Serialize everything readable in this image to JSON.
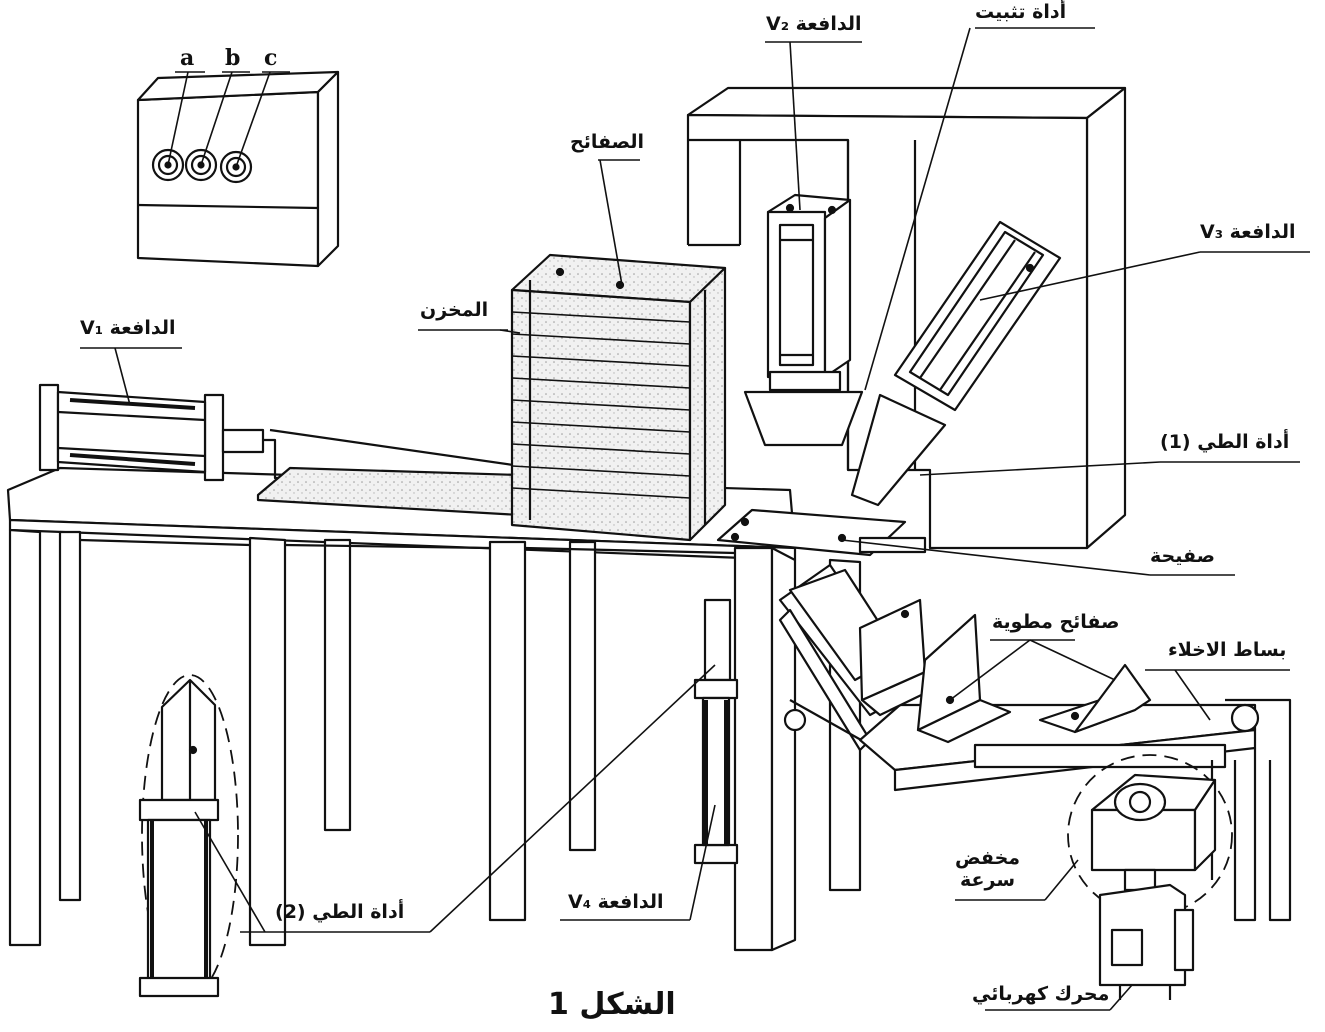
{
  "control_box": {
    "buttons": [
      "a",
      "b",
      "c"
    ]
  },
  "labels": {
    "pusher_v1": "الدافعة V₁",
    "pusher_v2": "الدافعة V₂",
    "pusher_v3": "الدافعة V₃",
    "pusher_v4": "الدافعة V₄",
    "clamping_tool": "أداة تثبيت",
    "sheets": "الصفائح",
    "magazine": "المخزن",
    "folding_tool_1": "أداة الطي (1)",
    "folding_tool_2": "أداة الطي (2)",
    "plate": "صفيحة",
    "folded_sheets": "صفائح مطوية",
    "evacuation_belt": "بساط الاخلاء",
    "speed_reducer_line1": "مخفض",
    "speed_reducer_line2": "سرعة",
    "electric_motor": "محرك كهربائي"
  },
  "caption": "الشكل 1"
}
